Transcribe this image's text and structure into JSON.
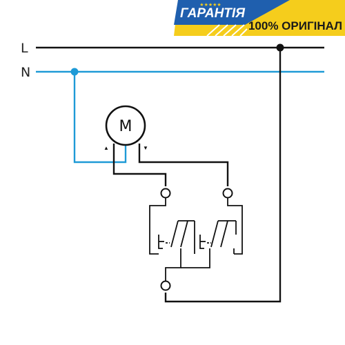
{
  "diagram": {
    "line_label": "L",
    "neutral_label": "N",
    "motor_label": "M",
    "arrow_up": "▲",
    "arrow_down": "▼"
  },
  "badge": {
    "guarantee_text": "ГАРАНТІЯ",
    "original_text": "100% ОРИГІНАЛ",
    "stars": "★★★★★"
  },
  "colors": {
    "neutral_wire": "#1e9ad6",
    "live_wire": "#111111",
    "badge_blue": "#1f5fae",
    "badge_yellow": "#f5cd1c"
  }
}
